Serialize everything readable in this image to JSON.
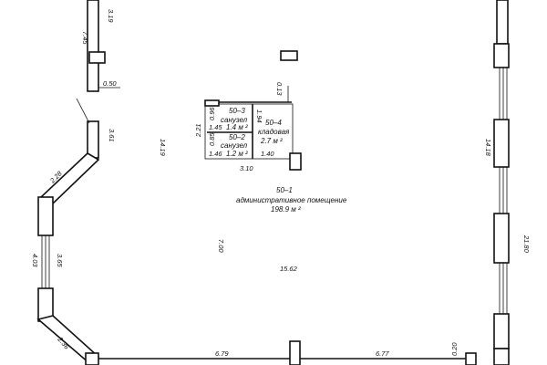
{
  "rooms": {
    "main": {
      "number": "50–1",
      "name": "административное помещение",
      "area": "198.9 м ²"
    },
    "wc1": {
      "number": "50–3",
      "name": "санузел",
      "dim": "1.45",
      "area": "1.4 м ²"
    },
    "wc2": {
      "number": "50–2",
      "name": "санузел",
      "dim": "1.46",
      "area": "1.2 м ²"
    },
    "storage": {
      "number": "50–4",
      "name": "кладовая",
      "area": "2.7 м ²"
    }
  },
  "dimensions": {
    "top_left_outer": "7.45",
    "top_left_inner": "3.19",
    "left_stub": "0.50",
    "left_upper_wall": "3.61",
    "diag_upper": "2.28",
    "left_outer": "4.03",
    "left_inner": "3.65",
    "diag_lower": "2.36",
    "bottom_left": "6.79",
    "bottom_right": "6.77",
    "bottom_stub": "0.20",
    "height_inner_left": "14.19",
    "height_inner_right": "14.18",
    "height_outer_right": "21.80",
    "center_vertical": "7.00",
    "center_horizontal": "15.62",
    "core_top_stub": "0.13",
    "core_left": "2.21",
    "core_wc1_h": "0.96",
    "core_wc2_h": "0.85",
    "core_storage_h": "1.94",
    "core_storage_w": "1.40",
    "core_bottom": "3.10"
  }
}
